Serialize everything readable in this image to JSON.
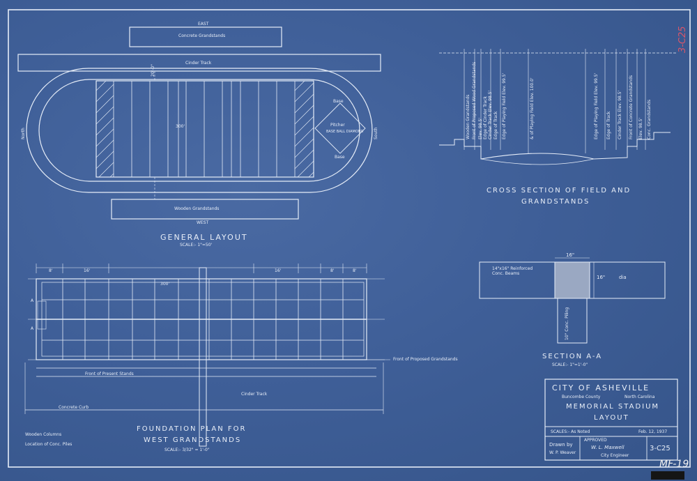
{
  "sheet": {
    "corner_code": "3-C25",
    "bottom_note": "MF-19"
  },
  "general_layout": {
    "east": "EAST",
    "concrete_grandstands": "Concrete Grandstands",
    "cinder_track": "Cinder Track",
    "wooden_grandstands": "Wooden Grandstands",
    "west": "WEST",
    "north": "North",
    "south": "South",
    "title": "GENERAL  LAYOUT",
    "scale": "SCALE:- 1\"=50'",
    "dimension_mid": "20'-0\"",
    "dimension_width": "300'",
    "baseball_diamond": "BASE BALL DIAMOND",
    "pitcher": "Pitcher",
    "base": "Base"
  },
  "cross_section": {
    "title_line1": "CROSS  SECTION  OF  FIELD  AND",
    "title_line2": "GRANDSTANDS",
    "labels": [
      "Wooden Grandstands",
      "Front of Proposed Wood Grandstands",
      "Elev. 98.5'",
      "Edge of Cinder Track",
      "Cinder Track Elev. 98.5'",
      "Edge of Track",
      "Edge of Playing Field Elev. 99.5'",
      "& of Playing Field Elev. 100.0'",
      "Edge of Playing Field Elev. 99.5'",
      "Edge of Track",
      "Cinder Track Elev. 98.5'",
      "Front of Concrete Grandstands",
      "Elev. 98.5'",
      "Conc. Grandstands"
    ]
  },
  "section_aa": {
    "title": "SECTION  A-A",
    "scale": "SCALE:- 1\"=1'-0\"",
    "beam_note": "14\"x16\" Reinforced Conc. Beams",
    "pile_note": "10\" Conc. Piling",
    "dim_top": "16\"",
    "dim_side": "16\"",
    "dia": "dia"
  },
  "foundation_plan": {
    "title_line1": "FOUNDATION  PLAN  FOR",
    "title_line2": "WEST  GRANDSTANDS",
    "scale": "SCALE:- 3/32\" = 1'-0\"",
    "dims": [
      "8'",
      "16'",
      "300'",
      "16'",
      "8'",
      "8'"
    ],
    "front_of_stands": "Front of Present Stands",
    "front_proposed": "Front of Proposed Grandstands",
    "cinder_track": "Cinder Track",
    "concrete_curb": "Concrete Curb",
    "legend": [
      "Wooden Columns",
      "Location of Conc. Piles"
    ],
    "section_marker": "A"
  },
  "title_block": {
    "city": "CITY  OF  ASHEVILLE",
    "county": "Buncombe County",
    "state": "North Carolina",
    "project": "MEMORIAL  STADIUM",
    "sheet": "LAYOUT",
    "scale": "SCALES:- As Noted",
    "date": "Feb. 12, 1937",
    "drawn_label": "Drawn by",
    "drawn_by": "W. P. Weaver",
    "approved_label": "APPROVED",
    "approved_by": "W. L. Maxwell",
    "approved_title": "City Engineer",
    "number": "3-C25"
  },
  "colors": {
    "paper": "#3f5f97",
    "ink": "#e8eef8",
    "red_pencil": "#d9566a"
  }
}
